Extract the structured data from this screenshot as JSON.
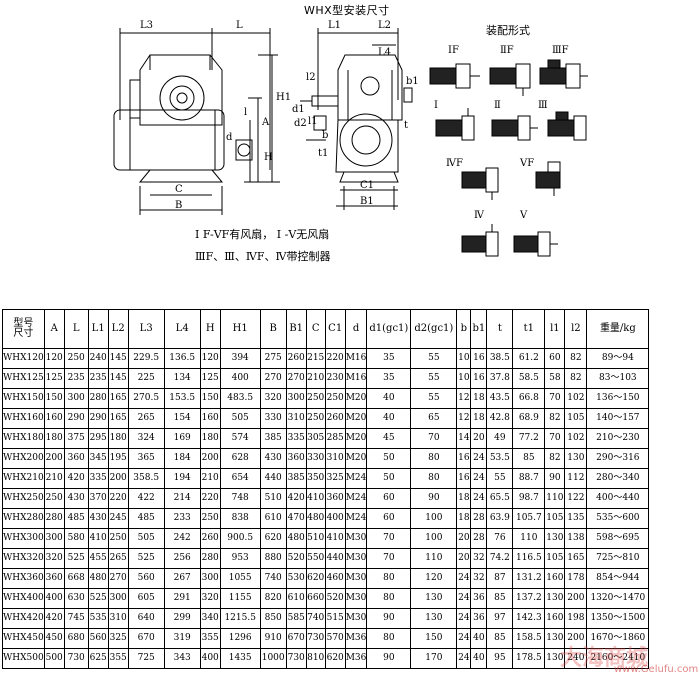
{
  "title": "WHX型安装尺寸",
  "assembly_title": "装配形式",
  "forms_row1": [
    "ⅠF",
    "ⅡF",
    "ⅢF"
  ],
  "forms_row2": [
    "Ⅰ",
    "Ⅱ",
    "Ⅲ"
  ],
  "forms_row3": [
    "ⅣF",
    "ⅤF"
  ],
  "forms_row4": [
    "Ⅳ",
    "Ⅴ"
  ],
  "notes": [
    "Ⅰ F-ⅤF有风扇， Ⅰ -Ⅴ无风扇",
    "ⅢF、Ⅲ、ⅣF、Ⅳ带控制器"
  ],
  "dims": {
    "L3": "L3",
    "L": "L",
    "L1": "L1",
    "L2": "L2",
    "L4": "L4",
    "H1": "H1",
    "A": "A",
    "H": "H",
    "l": "l",
    "d": "d",
    "l1": "l1",
    "l2": "l2",
    "t": "t",
    "t1": "t1",
    "d1": "d1",
    "d2": "d2",
    "b": "b",
    "b1": "b1",
    "C": "C",
    "B": "B",
    "C1": "C1",
    "B1": "B1"
  },
  "table": {
    "headers": [
      "型号\n尺寸",
      "A",
      "L",
      "L1",
      "L2",
      "L3",
      "L4",
      "H",
      "H1",
      "B",
      "B1",
      "C",
      "C1",
      "d",
      "d1(gc1)",
      "d2(gc1)",
      "b",
      "b1",
      "t",
      "t1",
      "l1",
      "l2",
      "重量/kg"
    ],
    "rows": [
      [
        "WHX120",
        "120",
        "250",
        "240",
        "145",
        "229.5",
        "136.5",
        "120",
        "394",
        "275",
        "260",
        "215",
        "220",
        "M16",
        "35",
        "55",
        "10",
        "16",
        "38.5",
        "61.2",
        "60",
        "82",
        "89～94"
      ],
      [
        "WHX125",
        "125",
        "235",
        "235",
        "145",
        "225",
        "134",
        "125",
        "400",
        "270",
        "270",
        "210",
        "230",
        "M16",
        "35",
        "55",
        "10",
        "16",
        "37.8",
        "58.5",
        "58",
        "82",
        "83～103"
      ],
      [
        "WHX150",
        "150",
        "300",
        "280",
        "165",
        "270.5",
        "153.5",
        "150",
        "483.5",
        "320",
        "300",
        "250",
        "250",
        "M20",
        "40",
        "55",
        "12",
        "18",
        "43.5",
        "66.8",
        "70",
        "102",
        "136～150"
      ],
      [
        "WHX160",
        "160",
        "290",
        "290",
        "165",
        "265",
        "154",
        "160",
        "505",
        "330",
        "310",
        "250",
        "260",
        "M20",
        "40",
        "65",
        "12",
        "18",
        "42.8",
        "68.9",
        "82",
        "105",
        "140～157"
      ],
      [
        "WHX180",
        "180",
        "375",
        "295",
        "180",
        "324",
        "169",
        "180",
        "574",
        "385",
        "335",
        "305",
        "285",
        "M20",
        "45",
        "70",
        "14",
        "20",
        "49",
        "77.2",
        "70",
        "102",
        "210～230"
      ],
      [
        "WHX200",
        "200",
        "360",
        "345",
        "195",
        "365",
        "184",
        "200",
        "628",
        "430",
        "360",
        "330",
        "310",
        "M20",
        "50",
        "80",
        "16",
        "24",
        "53.5",
        "85",
        "82",
        "130",
        "290～316"
      ],
      [
        "WHX210",
        "210",
        "420",
        "335",
        "200",
        "358.5",
        "194",
        "210",
        "654",
        "440",
        "385",
        "350",
        "325",
        "M24",
        "50",
        "80",
        "16",
        "24",
        "55",
        "88.7",
        "90",
        "112",
        "280～340"
      ],
      [
        "WHX250",
        "250",
        "430",
        "370",
        "220",
        "422",
        "214",
        "220",
        "748",
        "510",
        "420",
        "410",
        "360",
        "M24",
        "60",
        "90",
        "18",
        "24",
        "65.5",
        "98.7",
        "110",
        "122",
        "400～440"
      ],
      [
        "WHX280",
        "280",
        "485",
        "430",
        "245",
        "485",
        "233",
        "250",
        "838",
        "610",
        "470",
        "480",
        "400",
        "M24",
        "60",
        "100",
        "18",
        "28",
        "63.9",
        "105.7",
        "105",
        "135",
        "535～600"
      ],
      [
        "WHX300",
        "300",
        "580",
        "410",
        "250",
        "505",
        "242",
        "260",
        "900.5",
        "620",
        "480",
        "510",
        "410",
        "M30",
        "70",
        "100",
        "20",
        "28",
        "76",
        "110",
        "130",
        "138",
        "598～695"
      ],
      [
        "WHX320",
        "320",
        "525",
        "455",
        "265",
        "525",
        "256",
        "280",
        "953",
        "880",
        "520",
        "550",
        "440",
        "M30",
        "70",
        "110",
        "20",
        "32",
        "74.2",
        "116.5",
        "105",
        "165",
        "725～810"
      ],
      [
        "WHX360",
        "360",
        "668",
        "480",
        "270",
        "560",
        "267",
        "300",
        "1055",
        "740",
        "530",
        "620",
        "460",
        "M30",
        "80",
        "120",
        "24",
        "32",
        "87",
        "131.2",
        "160",
        "178",
        "854～944"
      ],
      [
        "WHX400",
        "400",
        "630",
        "525",
        "300",
        "605",
        "291",
        "320",
        "1155",
        "820",
        "610",
        "660",
        "520",
        "M30",
        "80",
        "130",
        "24",
        "36",
        "85",
        "137.2",
        "130",
        "200",
        "1320～1470"
      ],
      [
        "WHX420",
        "420",
        "745",
        "535",
        "310",
        "640",
        "299",
        "340",
        "1215.5",
        "850",
        "585",
        "740",
        "515",
        "M30",
        "90",
        "130",
        "24",
        "36",
        "97",
        "142.3",
        "160",
        "198",
        "1350～1500"
      ],
      [
        "WHX450",
        "450",
        "680",
        "560",
        "325",
        "670",
        "319",
        "355",
        "1296",
        "910",
        "670",
        "730",
        "570",
        "M36",
        "80",
        "150",
        "24",
        "40",
        "85",
        "158.5",
        "130",
        "200",
        "1670～1860"
      ],
      [
        "WHX500",
        "500",
        "730",
        "625",
        "355",
        "725",
        "343",
        "400",
        "1435",
        "1000",
        "730",
        "810",
        "620",
        "M36",
        "90",
        "170",
        "24",
        "40",
        "95",
        "178.5",
        "130",
        "240",
        "2160～2410"
      ]
    ]
  },
  "watermark": "大海商城",
  "watermark_url": "www.Gelufu.com"
}
